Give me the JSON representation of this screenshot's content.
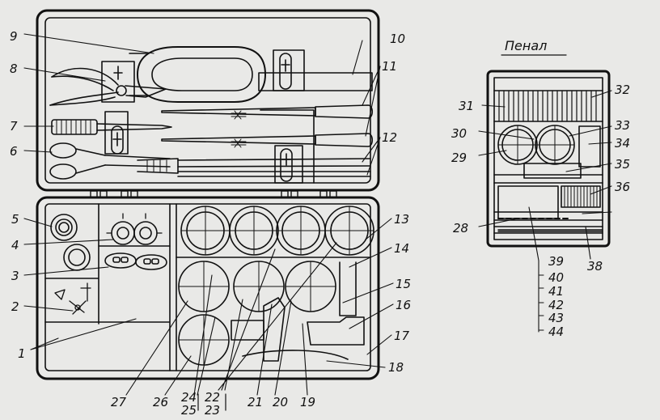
{
  "title": "Пенал",
  "labels": {
    "l1": "1",
    "l2": "2",
    "l3": "3",
    "l4": "4",
    "l5": "5",
    "l6": "6",
    "l7": "7",
    "l8": "8",
    "l9": "9",
    "l10": "10",
    "l11": "11",
    "l12": "12",
    "l13": "13",
    "l14": "14",
    "l15": "15",
    "l16": "16",
    "l17": "17",
    "l18": "18",
    "l19": "19",
    "l20": "20",
    "l21": "21",
    "l22": "22",
    "l23": "23",
    "l24": "24",
    "l25": "25",
    "l26": "26",
    "l27": "27",
    "l28": "28",
    "l29": "29",
    "l30": "30",
    "l31": "31",
    "l32": "32",
    "l33": "33",
    "l34": "34",
    "l35": "35",
    "l36": "36",
    "l38": "38",
    "l39": "39",
    "l40": "40",
    "l41": "41",
    "l42": "42",
    "l43": "43",
    "l44": "44"
  }
}
